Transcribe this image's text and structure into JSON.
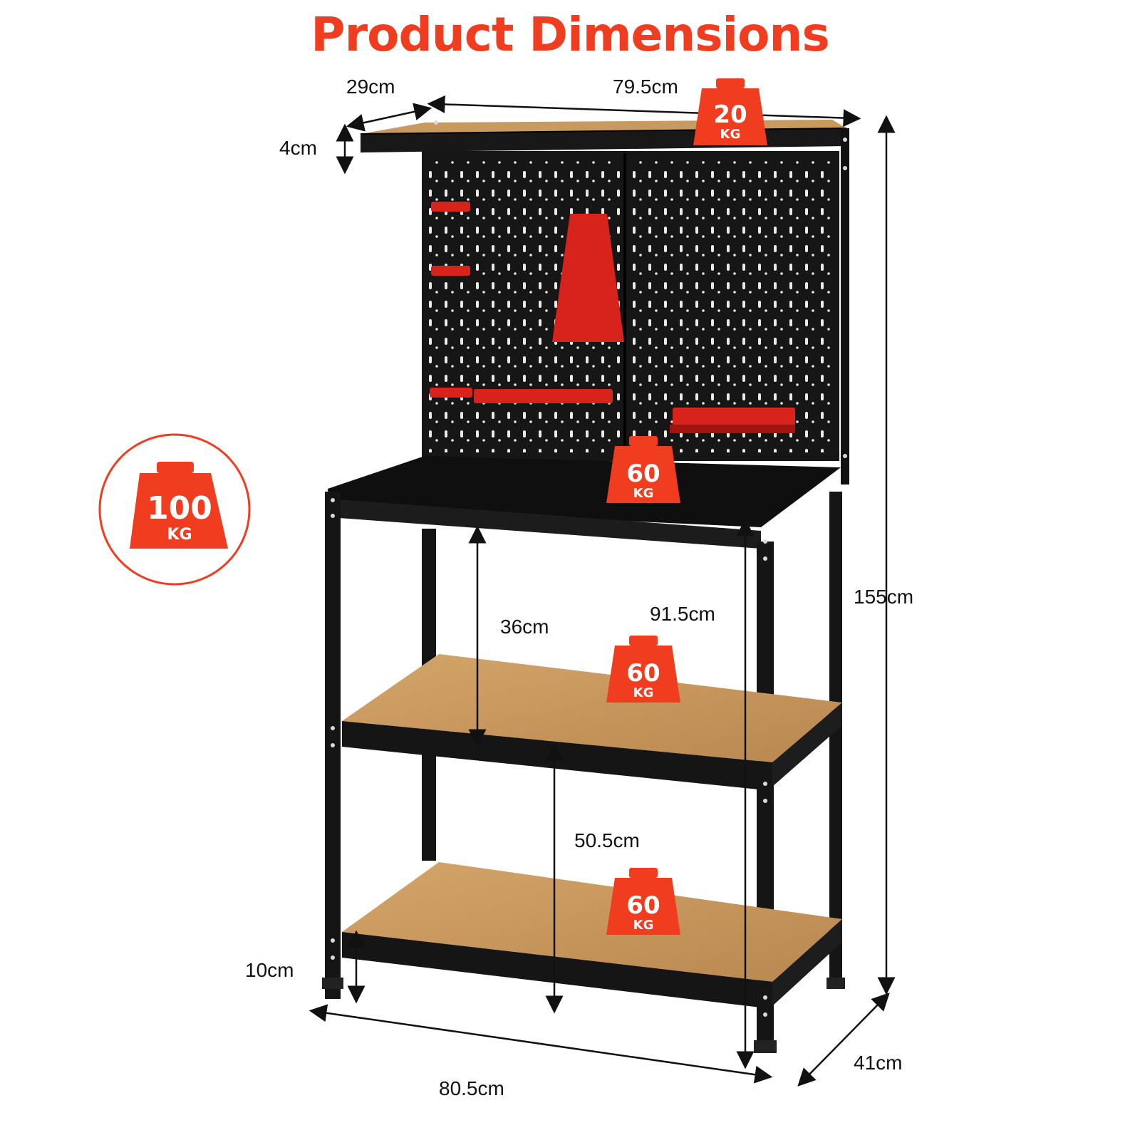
{
  "title": "Product Dimensions",
  "dimensions": {
    "top_depth": "29cm",
    "top_width": "79.5cm",
    "rail_height": "4cm",
    "total_height": "155cm",
    "upper_gap": "36cm",
    "work_height": "91.5cm",
    "lower_gap": "50.5cm",
    "ground_clearance": "10cm",
    "base_width": "80.5cm",
    "base_depth": "41cm"
  },
  "loads": {
    "total": {
      "value": "100",
      "unit": "KG"
    },
    "top_shelf": {
      "value": "20",
      "unit": "KG"
    },
    "worktop": {
      "value": "60",
      "unit": "KG"
    },
    "middle_shelf": {
      "value": "60",
      "unit": "KG"
    },
    "bottom_shelf": {
      "value": "60",
      "unit": "KG"
    }
  },
  "colors": {
    "accent": "#f03c1f",
    "frame": "#141414",
    "board": "#c9985b",
    "tool_red": "#d8231c"
  },
  "icons": [
    "weight-icon"
  ]
}
